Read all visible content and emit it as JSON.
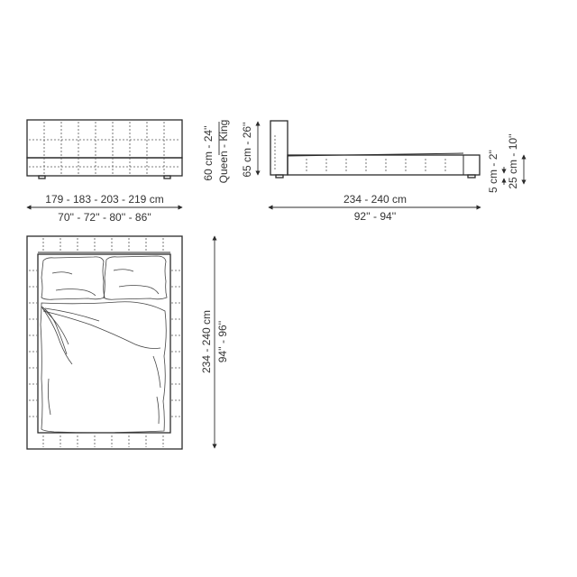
{
  "front_view": {
    "width_cm": "179 - 183 - 203 - 219 cm",
    "width_in": "70'' - 72'' - 80'' - 86''",
    "headboard_height": "60 cm - 24''",
    "size_label": "Queen - King"
  },
  "side_view": {
    "total_height": "65 cm - 26''",
    "length_cm": "234 - 240 cm",
    "length_in": "92'' - 94''",
    "foot_height": "5 cm - 2''",
    "frame_height": "25 cm - 10''"
  },
  "top_view": {
    "length_cm": "234 - 240 cm",
    "length_in": "94'' - 96''"
  },
  "colors": {
    "line": "#2b2b2b",
    "text": "#333333",
    "background": "#ffffff"
  }
}
